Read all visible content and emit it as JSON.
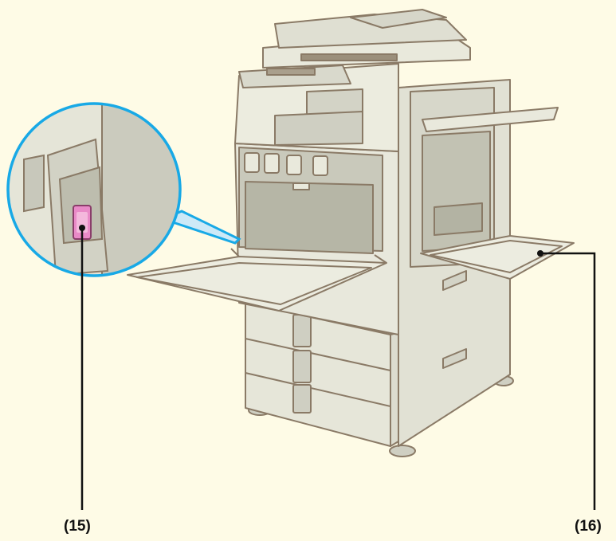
{
  "diagram": {
    "background_color": "#fefbe6",
    "accent_color": "#18a9e6",
    "highlight_color": "#e98ac7",
    "machine_color": "#e6e6d9",
    "outline_color": "#8a7a66",
    "callouts": [
      {
        "id": "15",
        "label": "(15)"
      },
      {
        "id": "16",
        "label": "(16)"
      }
    ]
  }
}
